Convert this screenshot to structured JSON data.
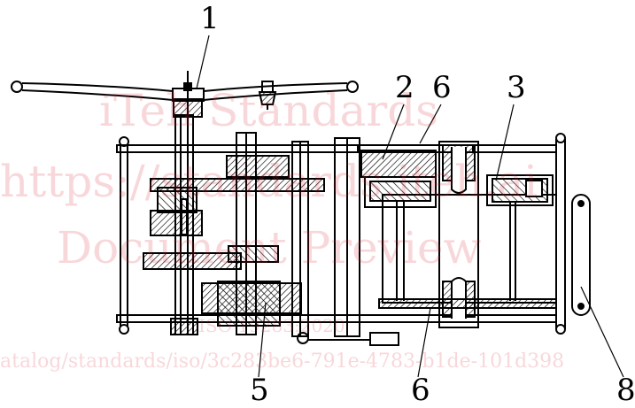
{
  "callouts": {
    "handwheel": "1",
    "gear_upper": "2",
    "gear_right": "3",
    "shaft_lower": "5",
    "housing_top": "6",
    "housing_bottom": "6",
    "handle": "8"
  },
  "watermark": {
    "line1": "iTeh Standards",
    "line2": "https://standards.iteh.ai",
    "line3": "Document Preview",
    "line4": "ISO 19283:2020",
    "line5": "atalog/standards/iso/3c283be6-791e-4783-b1de-101d398"
  },
  "colors": {
    "line": "#000000",
    "hatch": "#000000",
    "watermark": "#d61f32"
  }
}
